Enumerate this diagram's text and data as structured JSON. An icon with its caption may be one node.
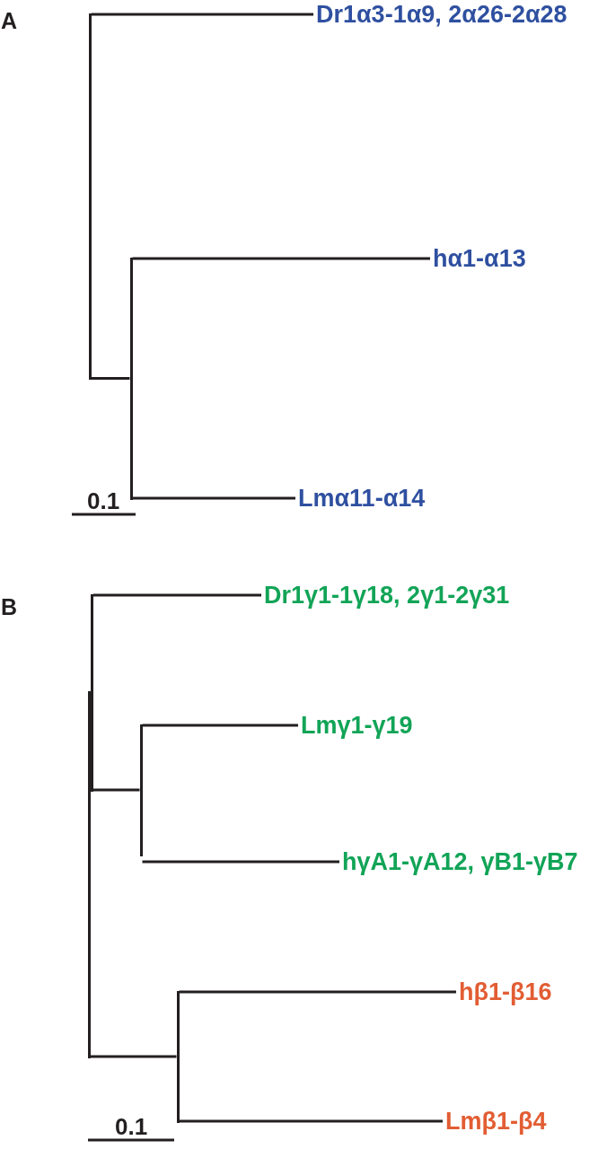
{
  "diagram": {
    "nodes": [
      {
        "text": [],
        "shape": "bar"
      },
      {
        "text": [
          "Dr1α3-1α9, 2α26-2α28"
        ]
      },
      {
        "text": [],
        "shape": "bar"
      },
      {
        "text": [
          "hα1-α13"
        ]
      },
      {
        "text": [
          "Lmα11-α14"
        ]
      },
      {
        "text": [],
        "shape": "bar"
      },
      {
        "text": [
          "Dr1γ1-1γ18, 2γ1-2γ31"
        ]
      },
      {
        "text": [],
        "shape": "bar"
      },
      {
        "text": [
          "Lmγ1-γ19"
        ]
      },
      {
        "text": [
          "hγA1-γA12, γB1-γB7"
        ]
      },
      {
        "text": [],
        "shape": "bar"
      },
      {
        "text": [
          "hβ1-β16"
        ]
      },
      {
        "text": [
          "Lmβ1-β4"
        ]
      }
    ],
    "edges": [
      {
        "from": 0,
        "to": 1,
        "arrow": "none"
      },
      {
        "from": 0,
        "to": 2,
        "arrow": "none"
      },
      {
        "from": 2,
        "to": 3,
        "arrow": "none"
      },
      {
        "from": 2,
        "to": 4,
        "arrow": "none"
      },
      {
        "from": 5,
        "to": 6,
        "arrow": "none"
      },
      {
        "from": 5,
        "to": 7,
        "arrow": "none"
      },
      {
        "from": 7,
        "to": 8,
        "arrow": "none"
      },
      {
        "from": 7,
        "to": 9,
        "arrow": "none"
      },
      {
        "from": 5,
        "to": 10,
        "arrow": "none"
      },
      {
        "from": 10,
        "to": 11,
        "arrow": "none"
      },
      {
        "from": 10,
        "to": 12,
        "arrow": "none"
      }
    ],
    "labels": [
      "A",
      "0.1",
      "B",
      "0.1"
    ]
  }
}
